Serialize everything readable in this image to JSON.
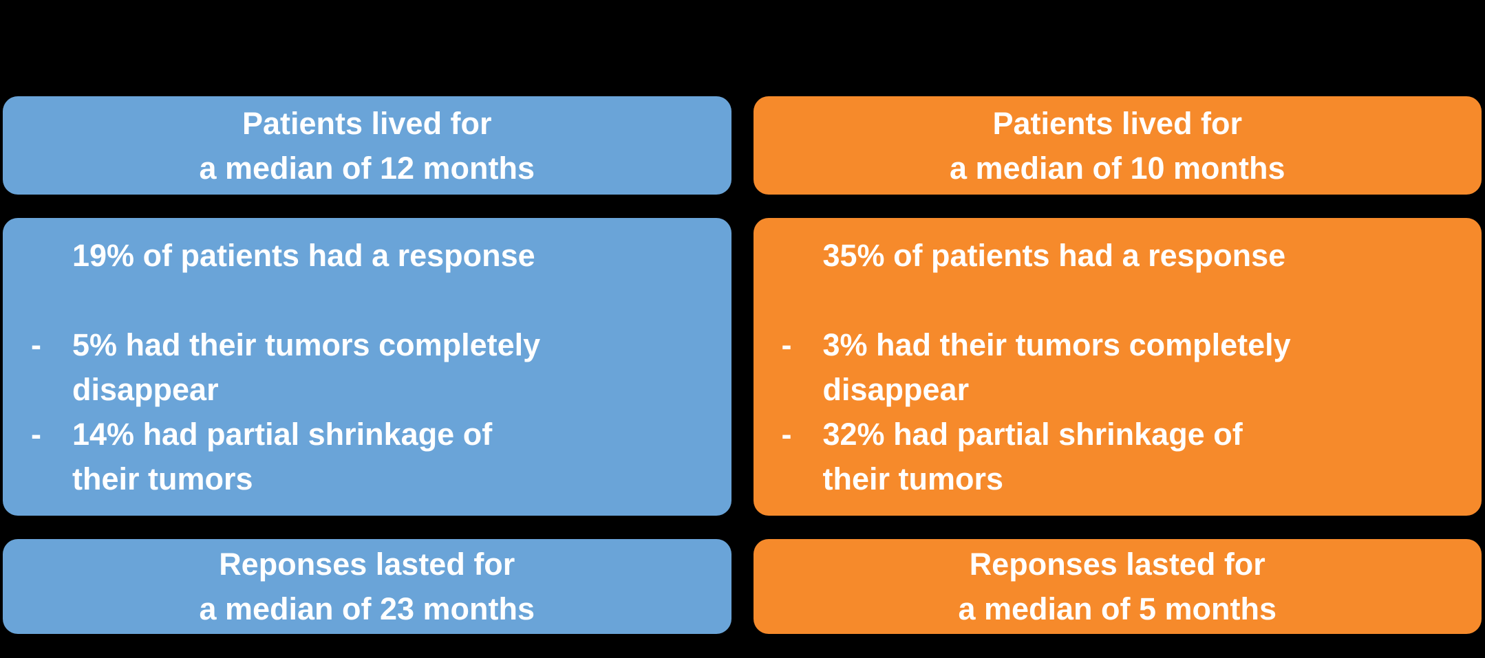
{
  "canvas": {
    "background": "#000000",
    "text_color": "#ffffff"
  },
  "columns": [
    {
      "name": "left-blue-arm",
      "color": "#6AA4D8",
      "cards": [
        {
          "type": "survival",
          "lines": [
            "Patients lived for",
            "a median of 12 months"
          ]
        },
        {
          "type": "response",
          "headline": "19% of patients had a response",
          "bullets": [
            {
              "marker": "-",
              "lines": [
                "5% had their tumors completely",
                "disappear"
              ]
            },
            {
              "marker": "-",
              "lines": [
                "14% had partial shrinkage of",
                "their tumors"
              ]
            }
          ]
        },
        {
          "type": "duration",
          "lines": [
            "Reponses lasted for",
            "a median of 23 months"
          ]
        }
      ]
    },
    {
      "name": "right-orange-arm",
      "color": "#F68A2B",
      "cards": [
        {
          "type": "survival",
          "lines": [
            "Patients lived for",
            "a median of 10 months"
          ]
        },
        {
          "type": "response",
          "headline": "35% of patients had a response",
          "bullets": [
            {
              "marker": "-",
              "lines": [
                "3% had their tumors completely",
                "disappear"
              ]
            },
            {
              "marker": "-",
              "lines": [
                "32% had partial shrinkage of",
                "their tumors"
              ]
            }
          ]
        },
        {
          "type": "duration",
          "lines": [
            "Reponses lasted for",
            "a median of 5 months"
          ]
        }
      ]
    }
  ]
}
